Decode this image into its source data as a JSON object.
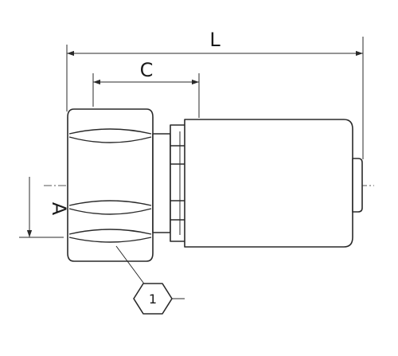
{
  "drawing": {
    "dimensions": {
      "length_label": "L",
      "socket_label": "C",
      "diameter_label": "A"
    },
    "callouts": [
      {
        "number": "1"
      }
    ],
    "colors": {
      "line": "#2a2a2a",
      "background": "#ffffff"
    }
  }
}
